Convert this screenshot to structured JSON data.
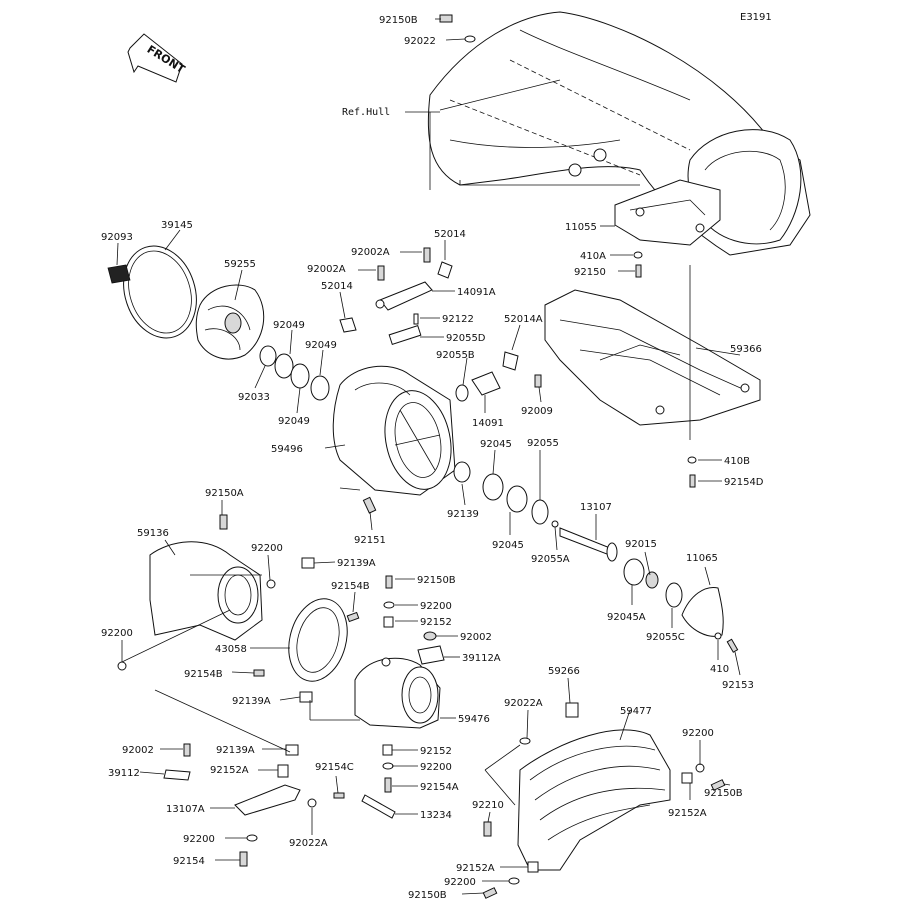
{
  "diagram_code": "E3191",
  "front_label": "FRONT",
  "ref_hull_label": "Ref.Hull",
  "part_labels": [
    "92150B",
    "92022",
    "11055",
    "410A",
    "92150",
    "39145",
    "92093",
    "59255",
    "92002A",
    "52014",
    "92002A",
    "14091A",
    "52014",
    "92122",
    "92055D",
    "52014A",
    "92049",
    "92049",
    "92033",
    "92049",
    "92055B",
    "14091",
    "92009",
    "59366",
    "59496",
    "92045",
    "92055",
    "410B",
    "92154D",
    "92150A",
    "13107",
    "92139",
    "92045",
    "92151",
    "92055A",
    "59136",
    "92200",
    "92139A",
    "92015",
    "11065",
    "92154B",
    "92150B",
    "92200",
    "92045A",
    "92152",
    "92002",
    "92055C",
    "43058",
    "39112A",
    "92200",
    "410",
    "92153",
    "92154B",
    "59266",
    "92139A",
    "59476",
    "92022A",
    "59477",
    "92200",
    "92152",
    "92002",
    "92139A",
    "92200",
    "39112",
    "92152A",
    "92154C",
    "92154A",
    "92150B",
    "13107A",
    "92210",
    "92152A",
    "13234",
    "92200",
    "92022A",
    "92154",
    "92152A",
    "92200",
    "92150B"
  ]
}
